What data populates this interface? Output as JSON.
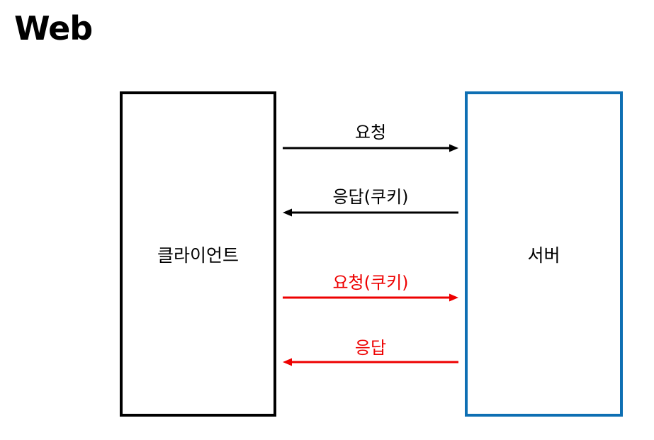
{
  "title": "Web",
  "client": {
    "label": "클라이언트"
  },
  "server": {
    "label": "서버"
  },
  "colors": {
    "black": "#000000",
    "red": "#ee0000",
    "server_border": "#0e6fb3"
  },
  "messages": [
    {
      "label": "요청",
      "direction": "client-to-server",
      "color": "#000000"
    },
    {
      "label": "응답(쿠키)",
      "direction": "server-to-client",
      "color": "#000000"
    },
    {
      "label": "요청(쿠키)",
      "direction": "client-to-server",
      "color": "#ee0000"
    },
    {
      "label": "응답",
      "direction": "server-to-client",
      "color": "#ee0000"
    }
  ]
}
